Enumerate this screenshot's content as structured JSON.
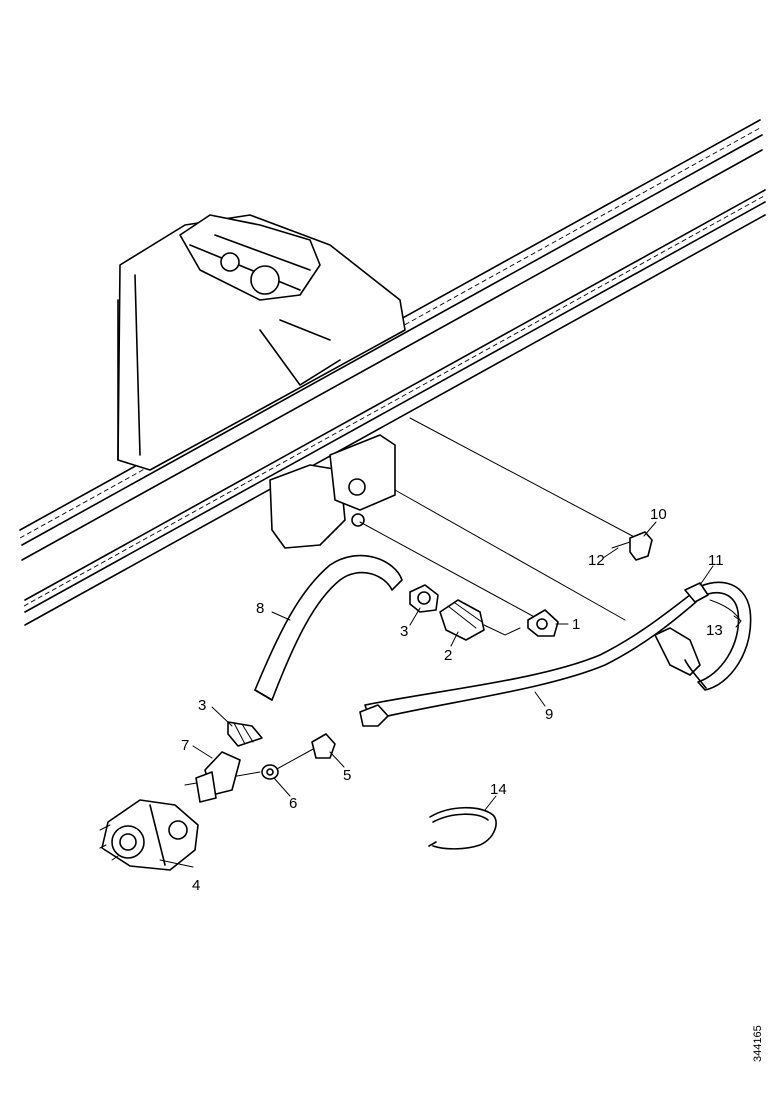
{
  "callouts": [
    {
      "id": "c1",
      "text": "1"
    },
    {
      "id": "c2",
      "text": "2"
    },
    {
      "id": "c3a",
      "text": "3"
    },
    {
      "id": "c3b",
      "text": "3"
    },
    {
      "id": "c4",
      "text": "4"
    },
    {
      "id": "c5",
      "text": "5"
    },
    {
      "id": "c6",
      "text": "6"
    },
    {
      "id": "c7",
      "text": "7"
    },
    {
      "id": "c8",
      "text": "8"
    },
    {
      "id": "c9",
      "text": "9"
    },
    {
      "id": "c10",
      "text": "10"
    },
    {
      "id": "c11",
      "text": "11"
    },
    {
      "id": "c12",
      "text": "12"
    },
    {
      "id": "c13",
      "text": "13"
    },
    {
      "id": "c14",
      "text": "14"
    }
  ],
  "document_reference": "344165"
}
